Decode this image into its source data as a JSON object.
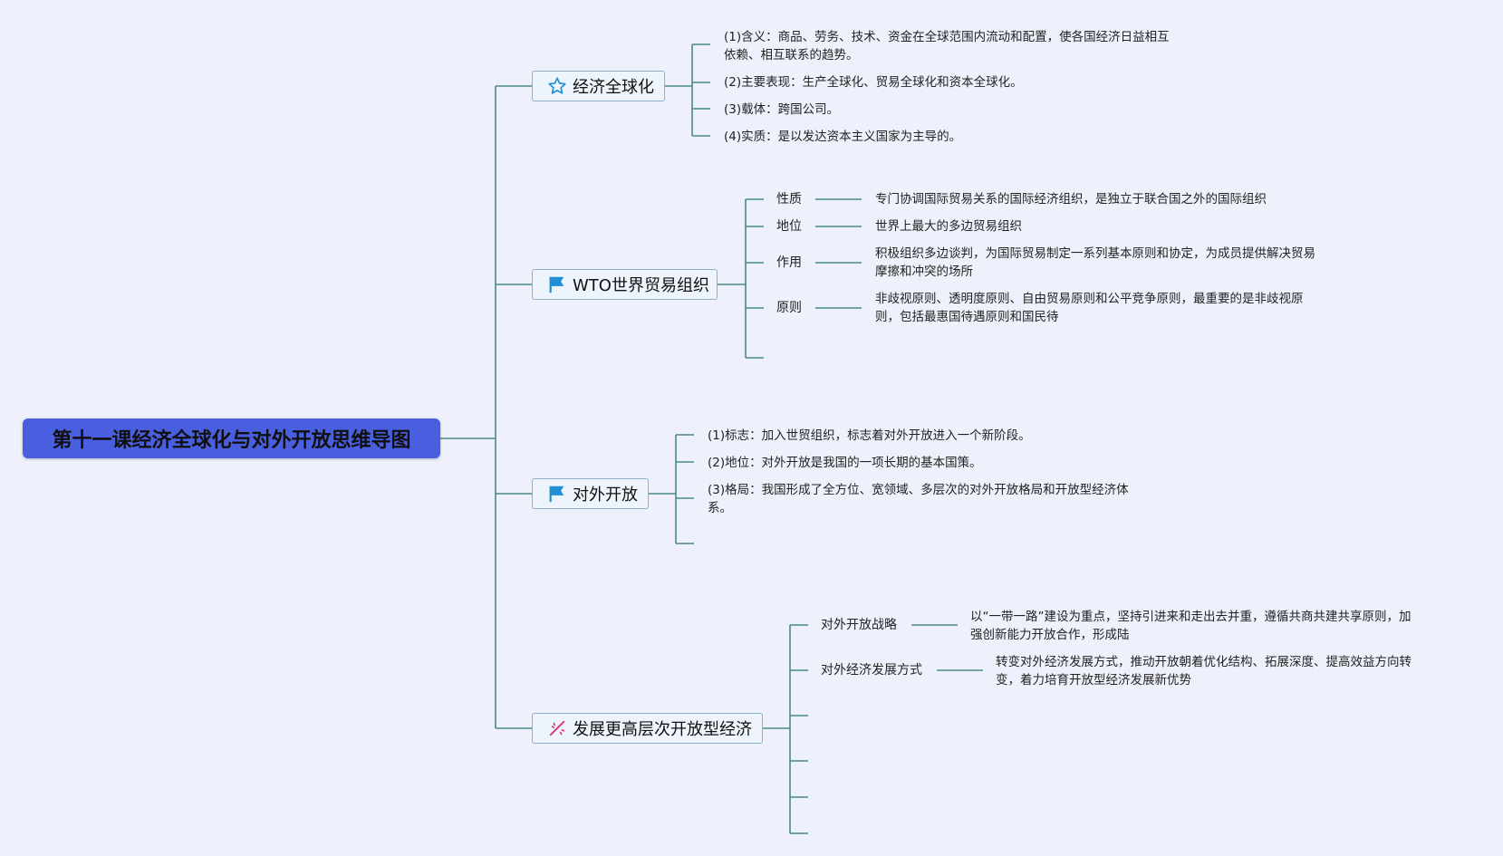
{
  "colors": {
    "root_bg": "#4a5fe0",
    "line": "#4a8a86",
    "branch_border": "#8fb0c9",
    "background": "#eef1fb",
    "icon_blue": "#1e8fd6",
    "icon_pink": "#e2317a"
  },
  "root": {
    "title": "第十一课经济全球化与对外开放思维导图"
  },
  "branches": [
    {
      "label": "经济全球化",
      "icon": "star-icon",
      "items": [
        "(1)含义：商品、劳务、技术、资金在全球范围内流动和配置，使各国经济日益相互依赖、相互联系的趋势。",
        "(2)主要表现：生产全球化、贸易全球化和资本全球化。",
        "(3)载体：跨国公司。",
        "(4)实质：是以发达资本主义国家为主导的。"
      ]
    },
    {
      "label": "WTO世界贸易组织",
      "icon": "flag-icon",
      "items": [
        {
          "key": "性质",
          "value": "专门协调国际贸易关系的国际经济组织，是独立于联合国之外的国际组织"
        },
        {
          "key": "地位",
          "value": "世界上最大的多边贸易组织"
        },
        {
          "key": "作用",
          "value": "积极组织多边谈判，为国际贸易制定一系列基本原则和协定，为成员提供解决贸易摩擦和冲突的场所"
        },
        {
          "key": "原则",
          "value": "非歧视原则、透明度原则、自由贸易原则和公平竞争原则，最重要的是非歧视原则，包括最惠国待遇原则和国民待"
        }
      ]
    },
    {
      "label": "对外开放",
      "icon": "flag-icon",
      "items": [
        "(1)标志：加入世贸组织，标志着对外开放进入一个新阶段。",
        "(2)地位：对外开放是我国的一项长期的基本国策。",
        "(3)格局：我国形成了全方位、宽领域、多层次的对外开放格局和开放型经济体系。"
      ]
    },
    {
      "label": "发展更高层次开放型经济",
      "icon": "sparkle-icon",
      "items": [
        {
          "key": "对外开放战略",
          "value": "以“一带一路”建设为重点，坚持引进来和走出去并重，遵循共商共建共享原则，加强创新能力开放合作，形成陆"
        },
        {
          "key": "对外经济发展方式",
          "value": "转变对外经济发展方式，推动开放朝着优化结构、拓展深度、提高效益方向转变，着力培育开放型经济发展新优势"
        }
      ]
    }
  ]
}
